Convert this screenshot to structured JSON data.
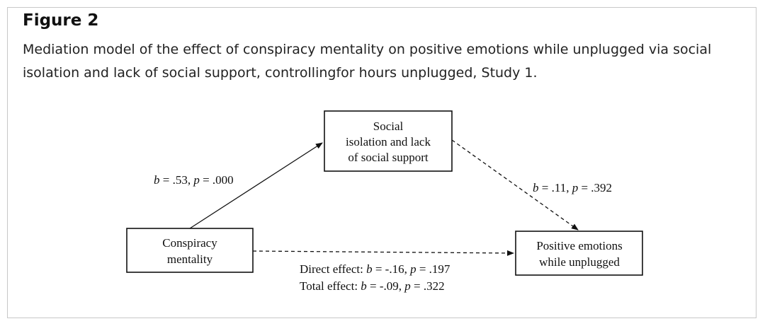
{
  "figure": {
    "title": "Figure 2",
    "caption": "Mediation model of the effect of conspiracy mentality on positive emotions while unplugged via social isolation and lack of social support, controllingfor hours unplugged, Study 1."
  },
  "diagram": {
    "nodes": {
      "mediator": [
        "Social",
        "isolation and lack",
        "of social support"
      ],
      "predictor": [
        "Conspiracy",
        "mentality"
      ],
      "outcome": [
        "Positive emotions",
        "while unplugged"
      ]
    },
    "paths": {
      "a": {
        "b_label": "b",
        "b_value": " = .53, ",
        "p_label": "p",
        "p_value": " = .000"
      },
      "b": {
        "b_label": "b",
        "b_value": " = .11, ",
        "p_label": "p",
        "p_value": " = .392"
      },
      "direct": {
        "prefix": "Direct effect: ",
        "b_label": "b",
        "b_value": " = -.16, ",
        "p_label": "p",
        "p_value": " = .197"
      },
      "total": {
        "prefix": "Total effect: ",
        "b_label": "b",
        "b_value": " = -.09, ",
        "p_label": "p",
        "p_value": " = .322"
      }
    }
  }
}
